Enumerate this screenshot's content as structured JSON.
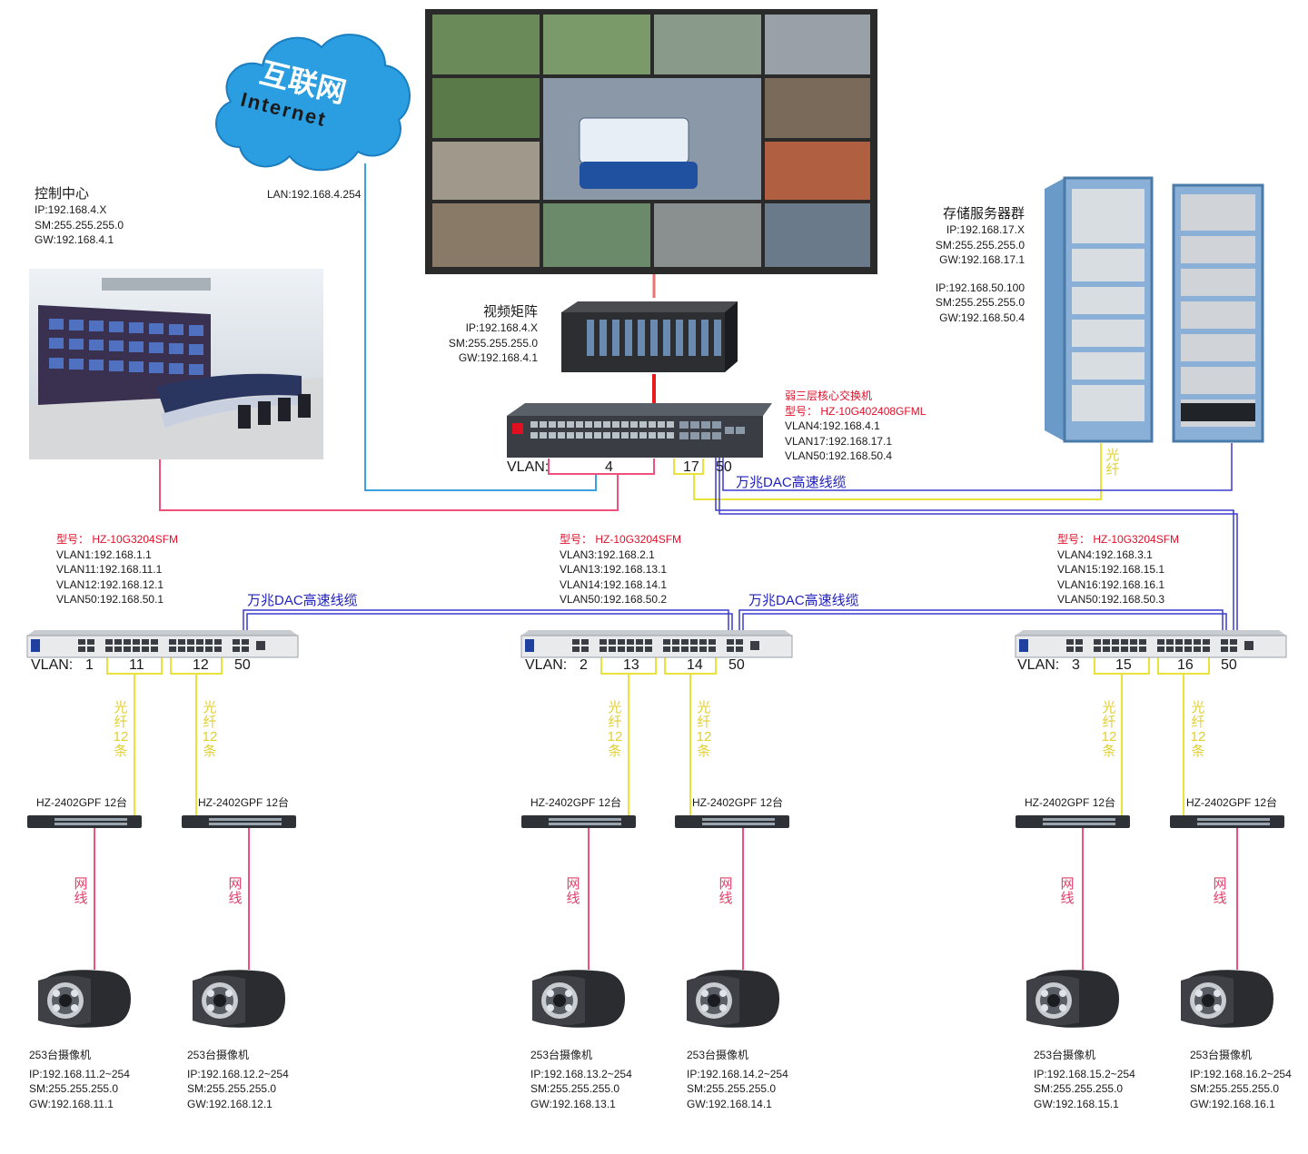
{
  "colors": {
    "fiber": "#e8e23a",
    "network_cable": "#f0507a",
    "dac": "#3a3ad0",
    "internet": "#3aa0e0",
    "uplink_red": "#e81c1c",
    "label_red": "#e0102a"
  },
  "internet": {
    "cloud_label": "互联网",
    "cloud_label_en": "Internet",
    "lan": "LAN:192.168.4.254"
  },
  "control_center": {
    "title": "控制中心",
    "lines": [
      "IP:192.168.4.X",
      "SM:255.255.255.0",
      "GW:192.168.4.1"
    ]
  },
  "video_matrix": {
    "title": "视频矩阵",
    "lines": [
      "IP:192.168.4.X",
      "SM:255.255.255.0",
      "GW:192.168.4.1"
    ]
  },
  "core_switch": {
    "title": "弱三层核心交换机",
    "model": "型号：  HZ-10G402408GFML",
    "lines": [
      "VLAN4:192.168.4.1",
      "VLAN17:192.168.17.1",
      "VLAN50:192.168.50.4"
    ],
    "vlan_prefix": "VLAN:",
    "ports": [
      "4",
      "17",
      "50"
    ]
  },
  "storage": {
    "title": "存储服务器群",
    "lines": [
      "IP:192.168.17.X",
      "SM:255.255.255.0",
      "GW:192.168.17.1"
    ],
    "lines2": [
      "IP:192.168.50.100",
      "SM:255.255.255.0",
      "GW:192.168.50.4"
    ],
    "fiber_label": "光纤"
  },
  "dac_label": "万兆DAC高速线缆",
  "access_switches": [
    {
      "model": "型号：  HZ-10G3204SFM",
      "lines": [
        "VLAN1:192.168.1.1",
        "VLAN11:192.168.11.1",
        "VLAN12:192.168.12.1",
        "VLAN50:192.168.50.1"
      ],
      "vlan_prefix": "VLAN:",
      "ports": [
        "1",
        "11",
        "12",
        "50"
      ]
    },
    {
      "model": "型号：  HZ-10G3204SFM",
      "lines": [
        "VLAN3:192.168.2.1",
        "VLAN13:192.168.13.1",
        "VLAN14:192.168.14.1",
        "VLAN50:192.168.50.2"
      ],
      "vlan_prefix": "VLAN:",
      "ports": [
        "2",
        "13",
        "14",
        "50"
      ]
    },
    {
      "model": "型号：  HZ-10G3204SFM",
      "lines": [
        "VLAN4:192.168.3.1",
        "VLAN15:192.168.15.1",
        "VLAN16:192.168.16.1",
        "VLAN50:192.168.50.3"
      ],
      "vlan_prefix": "VLAN:",
      "ports": [
        "3",
        "15",
        "16",
        "50"
      ]
    }
  ],
  "fiber12_label": "光纤12条",
  "cable_label": "网线",
  "edge_switch_labels": [
    "HZ-2402GPF 12台",
    "HZ-2402GPF 12台",
    "HZ-2402GPF 12台",
    "HZ-2402GPF 12台",
    "HZ-2402GPF  12台",
    "HZ-2402GPF 12台"
  ],
  "cameras": [
    {
      "title": "253台摄像机",
      "ip": "IP:192.168.11.2~254",
      "sm": "SM:255.255.255.0",
      "gw": "GW:192.168.11.1"
    },
    {
      "title": "253台摄像机",
      "ip": "IP:192.168.12.2~254",
      "sm": "SM:255.255.255.0",
      "gw": "GW:192.168.12.1"
    },
    {
      "title": "253台摄像机",
      "ip": "IP:192.168.13.2~254",
      "sm": "SM:255.255.255.0",
      "gw": "GW:192.168.13.1"
    },
    {
      "title": "253台摄像机",
      "ip": "IP:192.168.14.2~254",
      "sm": "SM:255.255.255.0",
      "gw": "GW:192.168.14.1"
    },
    {
      "title": "253台摄像机",
      "ip": "IP:192.168.15.2~254",
      "sm": "SM:255.255.255.0",
      "gw": "GW:192.168.15.1"
    },
    {
      "title": "253台摄像机",
      "ip": "IP:192.168.16.2~254",
      "sm": "SM:255.255.255.0",
      "gw": "GW:192.168.16.1"
    }
  ]
}
